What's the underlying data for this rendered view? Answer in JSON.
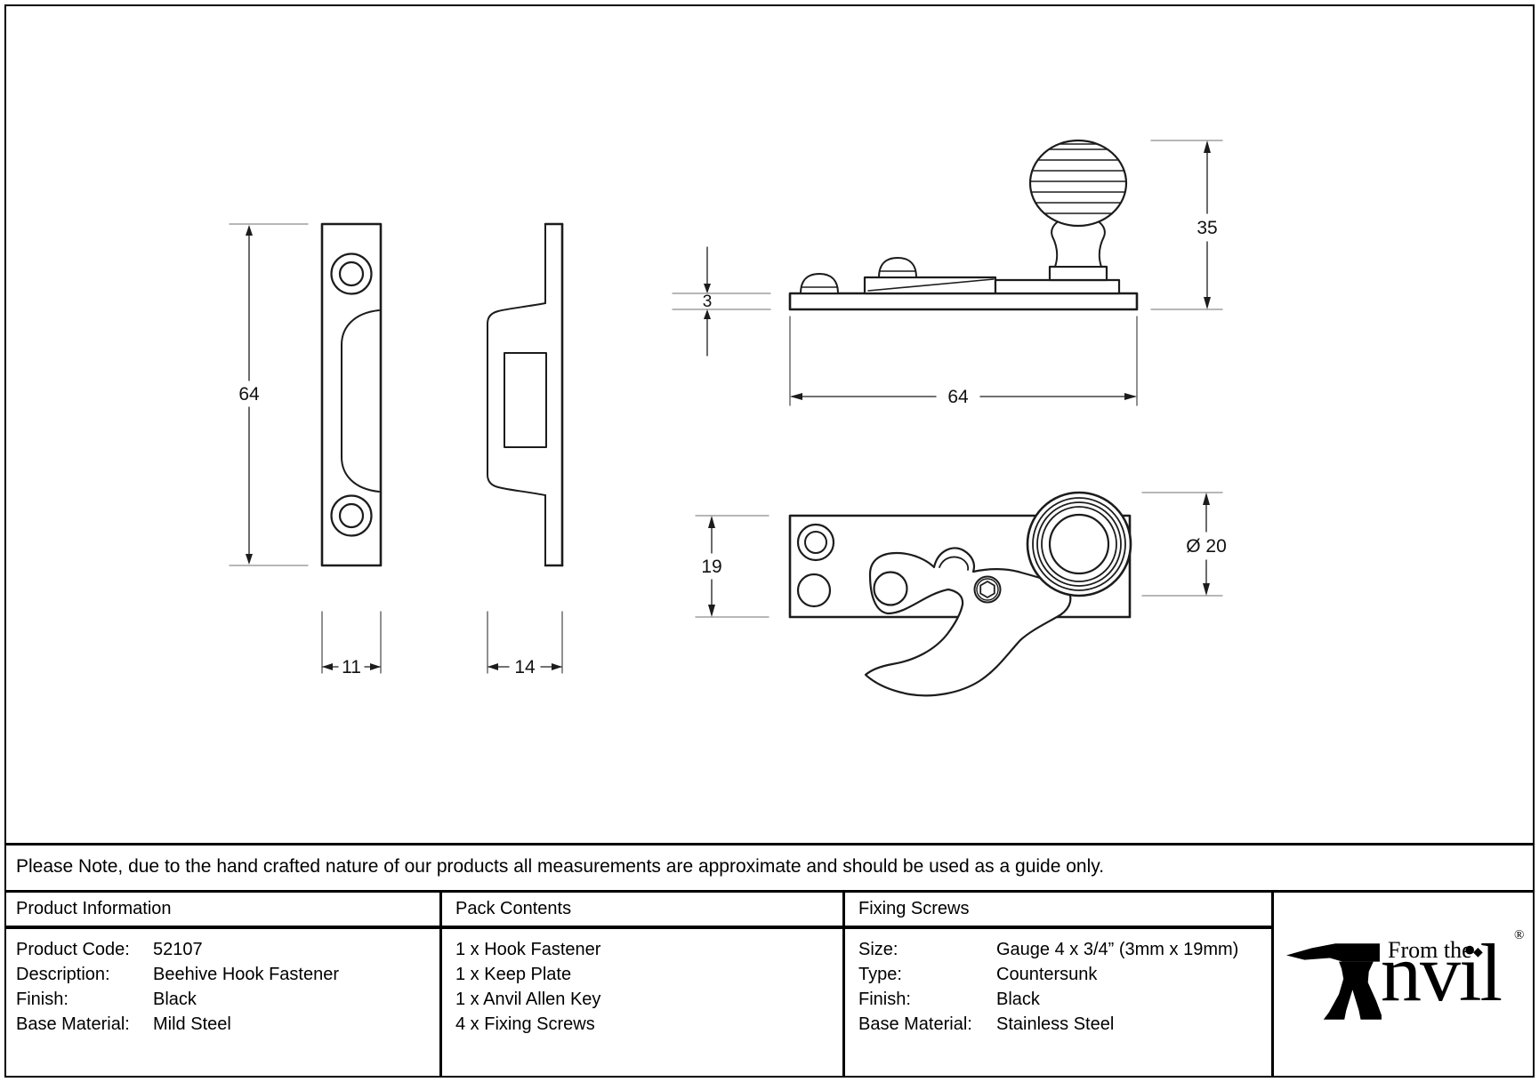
{
  "note": {
    "text": "Please Note, due to the hand crafted nature of our products all measurements are approximate and should be used as a guide only."
  },
  "table": {
    "product_information": {
      "title": "Product Information",
      "rows": [
        {
          "label": "Product Code:",
          "value": "52107"
        },
        {
          "label": "Description:",
          "value": "Beehive Hook Fastener"
        },
        {
          "label": "Finish:",
          "value": "Black"
        },
        {
          "label": "Base Material:",
          "value": "Mild Steel"
        }
      ]
    },
    "pack_contents": {
      "title": "Pack Contents",
      "items": [
        "1 x Hook Fastener",
        "1 x Keep Plate",
        "1 x Anvil Allen Key",
        "4 x Fixing Screws"
      ]
    },
    "fixing_screws": {
      "title": "Fixing Screws",
      "rows": [
        {
          "label": "Size:",
          "value": "Gauge 4 x 3/4” (3mm x 19mm)"
        },
        {
          "label": "Type:",
          "value": "Countersunk"
        },
        {
          "label": "Finish:",
          "value": "Black"
        },
        {
          "label": "Base Material:",
          "value": "Stainless Steel"
        }
      ]
    }
  },
  "drawing": {
    "dimensions": {
      "keep_height": "64",
      "keep_width": "11",
      "keep_depth": "14",
      "base_thickness": "3",
      "fastener_length": "64",
      "fastener_height": "35",
      "plate_width": "19",
      "knob_diameter": "Ø 20"
    }
  },
  "logo": {
    "from_the": "From the",
    "name_suffix": "nvil",
    "diamond": "◆",
    "registered": "®"
  },
  "colors": {
    "line": "#1c1c1c",
    "extension_line": "#8c8c8c",
    "background": "#ffffff"
  }
}
